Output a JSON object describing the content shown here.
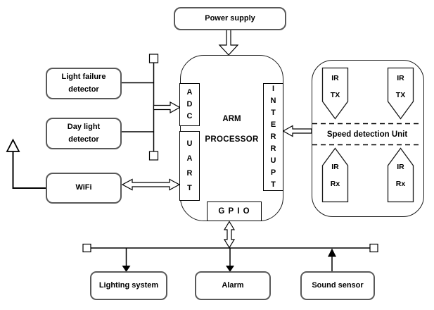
{
  "colors": {
    "background": "#ffffff",
    "line": "#000000",
    "rounded_box_border": "#595959",
    "block_border": "#1a1a1a"
  },
  "power_supply": {
    "label": "Power supply"
  },
  "sensors": {
    "light_failure": {
      "line1": "Light failure",
      "line2": "detector"
    },
    "day_light": {
      "line1": "Day light",
      "line2": "detector"
    }
  },
  "wifi": {
    "label": "WiFi"
  },
  "processor": {
    "title_line1": "ARM",
    "title_line2": "PROCESSOR",
    "adc_letters": [
      "A",
      "D",
      "C"
    ],
    "uart_letters": [
      "U",
      "A",
      "R",
      "T"
    ],
    "interrupt_letters": [
      "I",
      "N",
      "T",
      "E",
      "R",
      "R",
      "U",
      "P",
      "T"
    ],
    "gpio_label": "G P I O"
  },
  "speed_unit": {
    "label": "Speed detection Unit",
    "tx1": {
      "line1": "IR",
      "line2": "TX"
    },
    "tx2": {
      "line1": "IR",
      "line2": "TX"
    },
    "rx1": {
      "line1": "IR",
      "line2": "Rx"
    },
    "rx2": {
      "line1": "IR",
      "line2": "Rx"
    }
  },
  "outputs": {
    "lighting": {
      "label": "Lighting system"
    },
    "alarm": {
      "label": "Alarm"
    },
    "sound_sensor": {
      "label": "Sound sensor"
    }
  }
}
